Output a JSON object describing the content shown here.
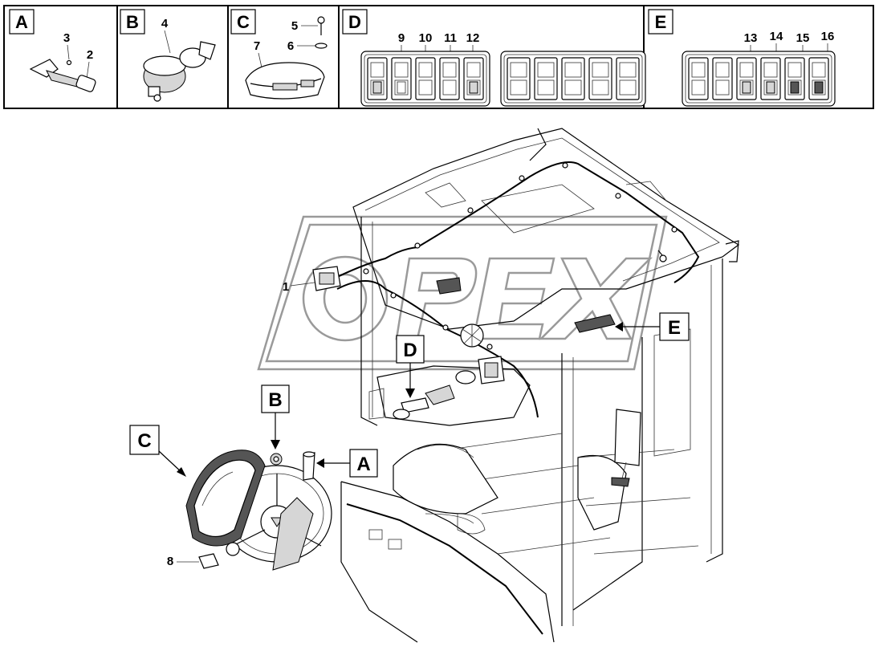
{
  "panels": [
    {
      "letter": "A",
      "parts": [
        "3",
        "2"
      ]
    },
    {
      "letter": "B",
      "parts": [
        "4"
      ]
    },
    {
      "letter": "C",
      "parts": [
        "5",
        "6",
        "7"
      ]
    },
    {
      "letter": "D",
      "parts": [
        "9",
        "10",
        "11",
        "12"
      ]
    },
    {
      "letter": "E",
      "parts": [
        "13",
        "14",
        "15",
        "16"
      ]
    }
  ],
  "callouts": {
    "a": "A",
    "b": "B",
    "c": "C",
    "d": "D",
    "e": "E"
  },
  "main_parts": {
    "p1": "1",
    "p8": "8"
  },
  "watermark_text": "OPEX"
}
